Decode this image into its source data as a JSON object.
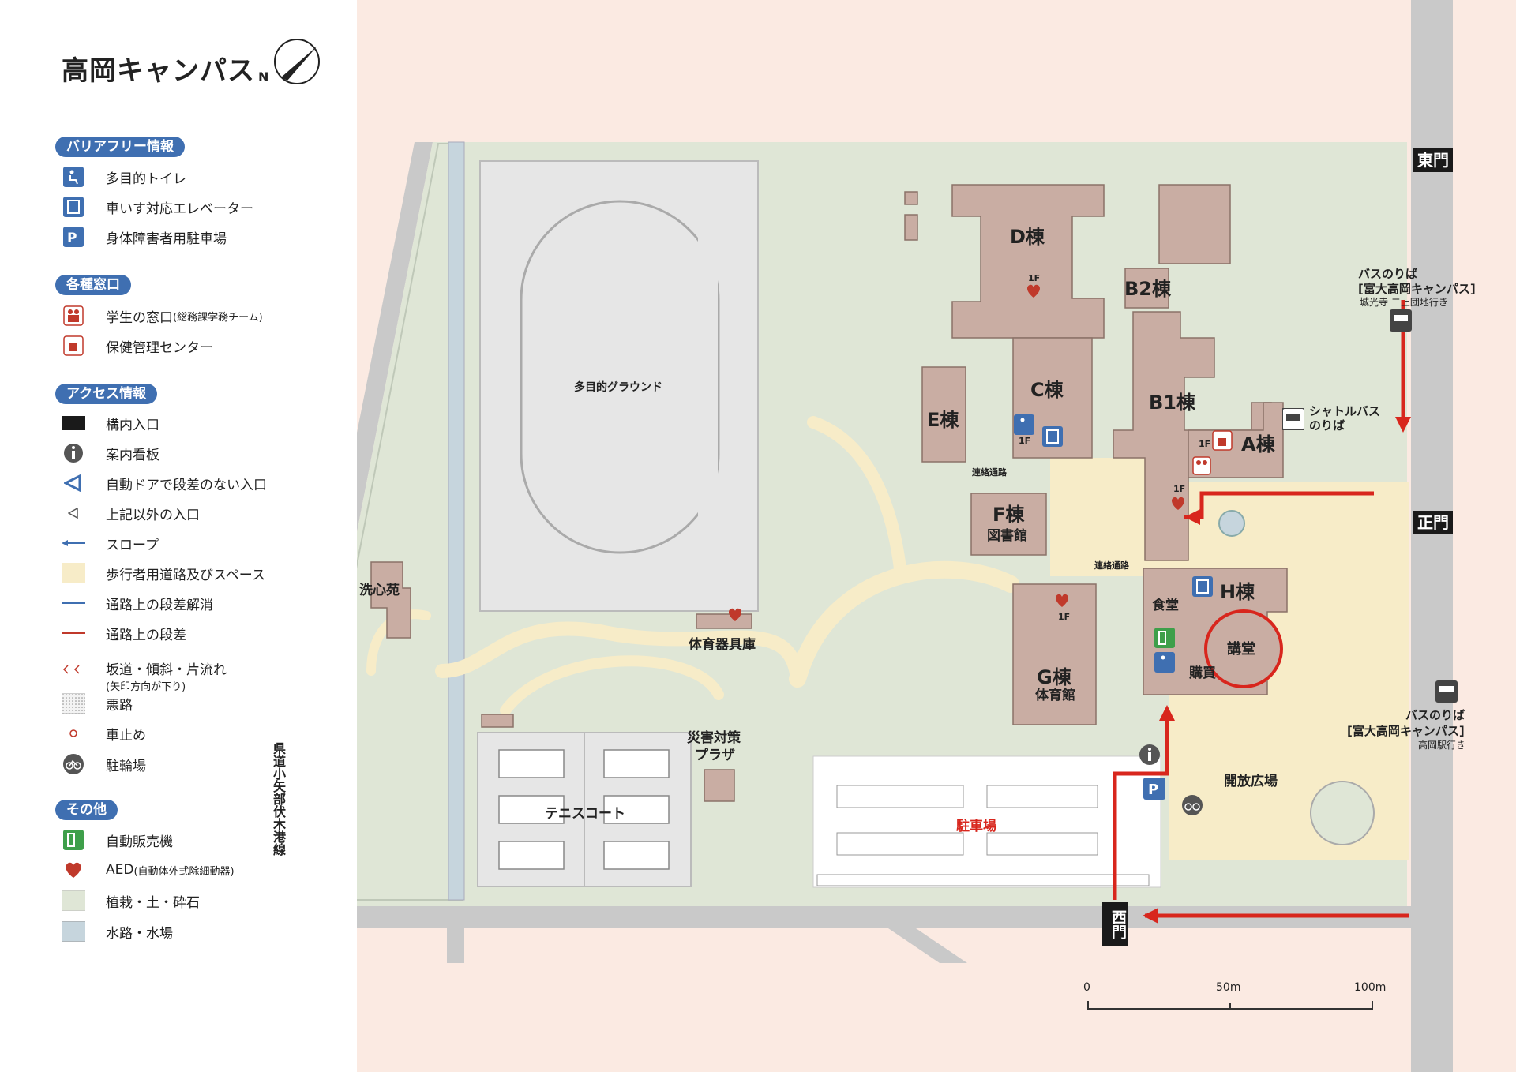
{
  "title": "高岡キャンパス",
  "compass_n": "N",
  "legend": {
    "barrier_free": {
      "header": "バリアフリー情報",
      "items": [
        "多目的トイレ",
        "車いす対応エレベーター",
        "身体障害者用駐車場"
      ]
    },
    "windows": {
      "header": "各種窓口",
      "items": [
        {
          "label": "学生の窓口",
          "note": "(総務課学務チーム)"
        },
        {
          "label": "保健管理センター",
          "note": ""
        }
      ]
    },
    "access": {
      "header": "アクセス情報",
      "items": [
        {
          "label": "構内入口",
          "note": ""
        },
        {
          "label": "案内看板",
          "note": ""
        },
        {
          "label": "自動ドアで段差のない入口",
          "note": ""
        },
        {
          "label": "上記以外の入口",
          "note": ""
        },
        {
          "label": "スロープ",
          "note": ""
        },
        {
          "label": "歩行者用道路及びスペース",
          "note": ""
        },
        {
          "label": "通路上の段差解消",
          "note": ""
        },
        {
          "label": "通路上の段差",
          "note": ""
        },
        {
          "label": "坂道・傾斜・片流れ",
          "note": "(矢印方向が下り)"
        },
        {
          "label": "悪路",
          "note": ""
        },
        {
          "label": "車止め",
          "note": ""
        },
        {
          "label": "駐輪場",
          "note": ""
        }
      ]
    },
    "other": {
      "header": "その他",
      "items": [
        {
          "label": "自動販売機",
          "note": ""
        },
        {
          "label": "AED",
          "note": "(自動体外式除細動器)"
        },
        {
          "label": "植栽・土・砕石",
          "note": ""
        },
        {
          "label": "水路・水場",
          "note": ""
        }
      ]
    }
  },
  "map": {
    "buildings": {
      "d": "D棟",
      "b2": "B2棟",
      "c": "C棟",
      "e": "E棟",
      "b1": "B1棟",
      "a": "A棟",
      "f": "F棟",
      "f_sub": "図書館",
      "g": "G棟",
      "g_sub": "体育館",
      "h": "H棟",
      "kodo": "講堂",
      "baiten": "購買",
      "shokudo": "食堂"
    },
    "areas": {
      "ground": "多目的グラウンド",
      "tennis": "テニスコート",
      "senshinen": "洗心苑",
      "equipment": "体育器具庫",
      "disaster_1": "災害対策",
      "disaster_2": "プラザ",
      "parking": "駐車場",
      "plaza": "開放広場",
      "corridor": "連絡通路",
      "road": "県道小矢部伏木港線"
    },
    "gates": {
      "east": "東門",
      "main": "正門",
      "west": "西門"
    },
    "bus": {
      "stop1_title": "バスのりば",
      "stop1_name": "[富大高岡キャンパス]",
      "stop1_dest": "城光寺 二上団地行き",
      "shuttle_1": "シャトルバス",
      "shuttle_2": "のりば",
      "stop2_title": "バスのりば",
      "stop2_name": "[富大高岡キャンパス]",
      "stop2_dest": "高岡駅行き"
    },
    "floors": {
      "f1": "1F"
    },
    "scale": {
      "zero": "0",
      "mid": "50m",
      "max": "100m"
    }
  },
  "colors": {
    "building": "#c9ada3",
    "walkway": "#f7ecc8",
    "greenery": "#dfe6d6",
    "water": "#c6d5dd",
    "road": "#c9c9c9",
    "background": "#fbeae2",
    "legend_header": "#3f6fb1",
    "route_red": "#d8261d",
    "gate_black": "#1a1a1a"
  }
}
